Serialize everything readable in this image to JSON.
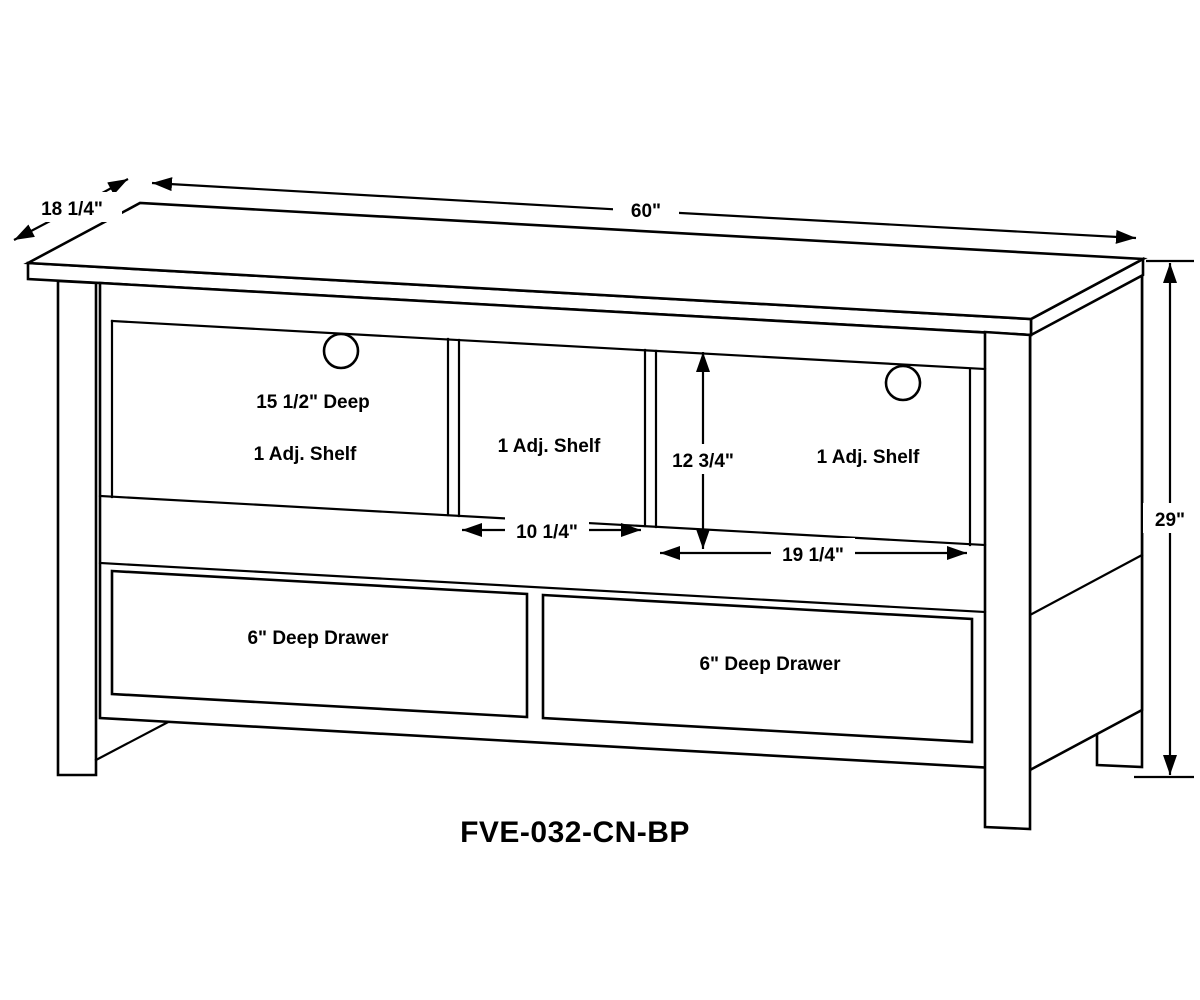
{
  "model_number": "FVE-032-CN-BP",
  "dimensions": {
    "width": "60\"",
    "depth": "18 1/4\"",
    "height": "29\"",
    "opening_height": "12 3/4\"",
    "center_opening_width": "10 1/4\"",
    "right_opening_width": "19 1/4\""
  },
  "compartments": {
    "left_depth": "15 1/2\" Deep",
    "left_shelf": "1 Adj. Shelf",
    "center_shelf": "1 Adj. Shelf",
    "right_shelf": "1 Adj. Shelf"
  },
  "drawers": {
    "left": "6\" Deep Drawer",
    "right": "6\" Deep Drawer"
  },
  "colors": {
    "line": "#000000",
    "background": "#ffffff"
  }
}
